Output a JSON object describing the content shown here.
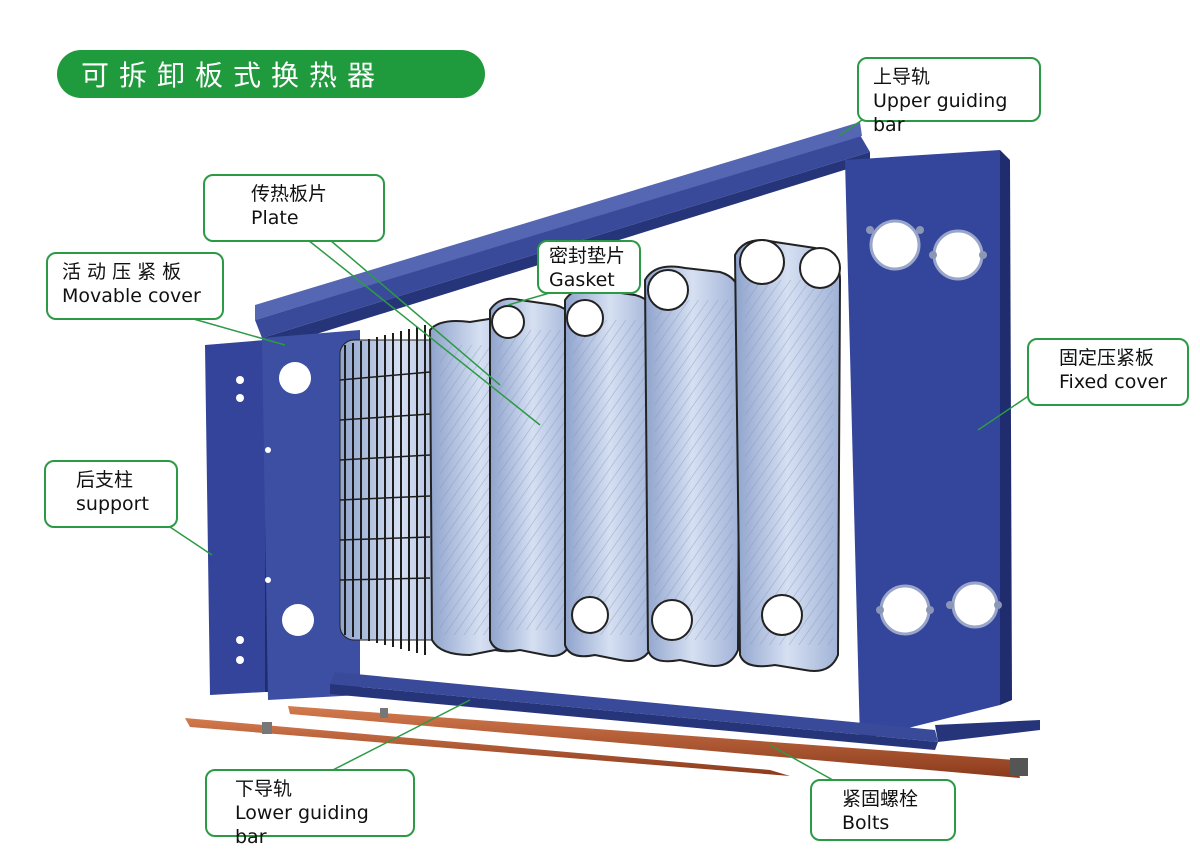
{
  "title": "可拆卸板式换热器",
  "labels": {
    "upper_guiding_bar": {
      "zh": "上导轨",
      "en": "Upper guiding bar"
    },
    "plate": {
      "zh": "传热板片",
      "en": "Plate"
    },
    "gasket": {
      "zh": "密封垫片",
      "en": "Gasket"
    },
    "movable_cover": {
      "zh": "活 动 压 紧 板",
      "en": "Movable cover"
    },
    "fixed_cover": {
      "zh": "固定压紧板",
      "en": "Fixed cover"
    },
    "support": {
      "zh": "后支柱",
      "en": "support"
    },
    "lower_guiding_bar": {
      "zh": "下导轨",
      "en": "Lower guiding bar"
    },
    "bolts": {
      "zh": "紧固螺栓",
      "en": "Bolts"
    }
  },
  "colors": {
    "accent_green": "#1f9a3c",
    "frame_blue": "#2e3f8f",
    "plate_steel": "#b9c6e2",
    "bolt_copper": "#b5532a"
  }
}
